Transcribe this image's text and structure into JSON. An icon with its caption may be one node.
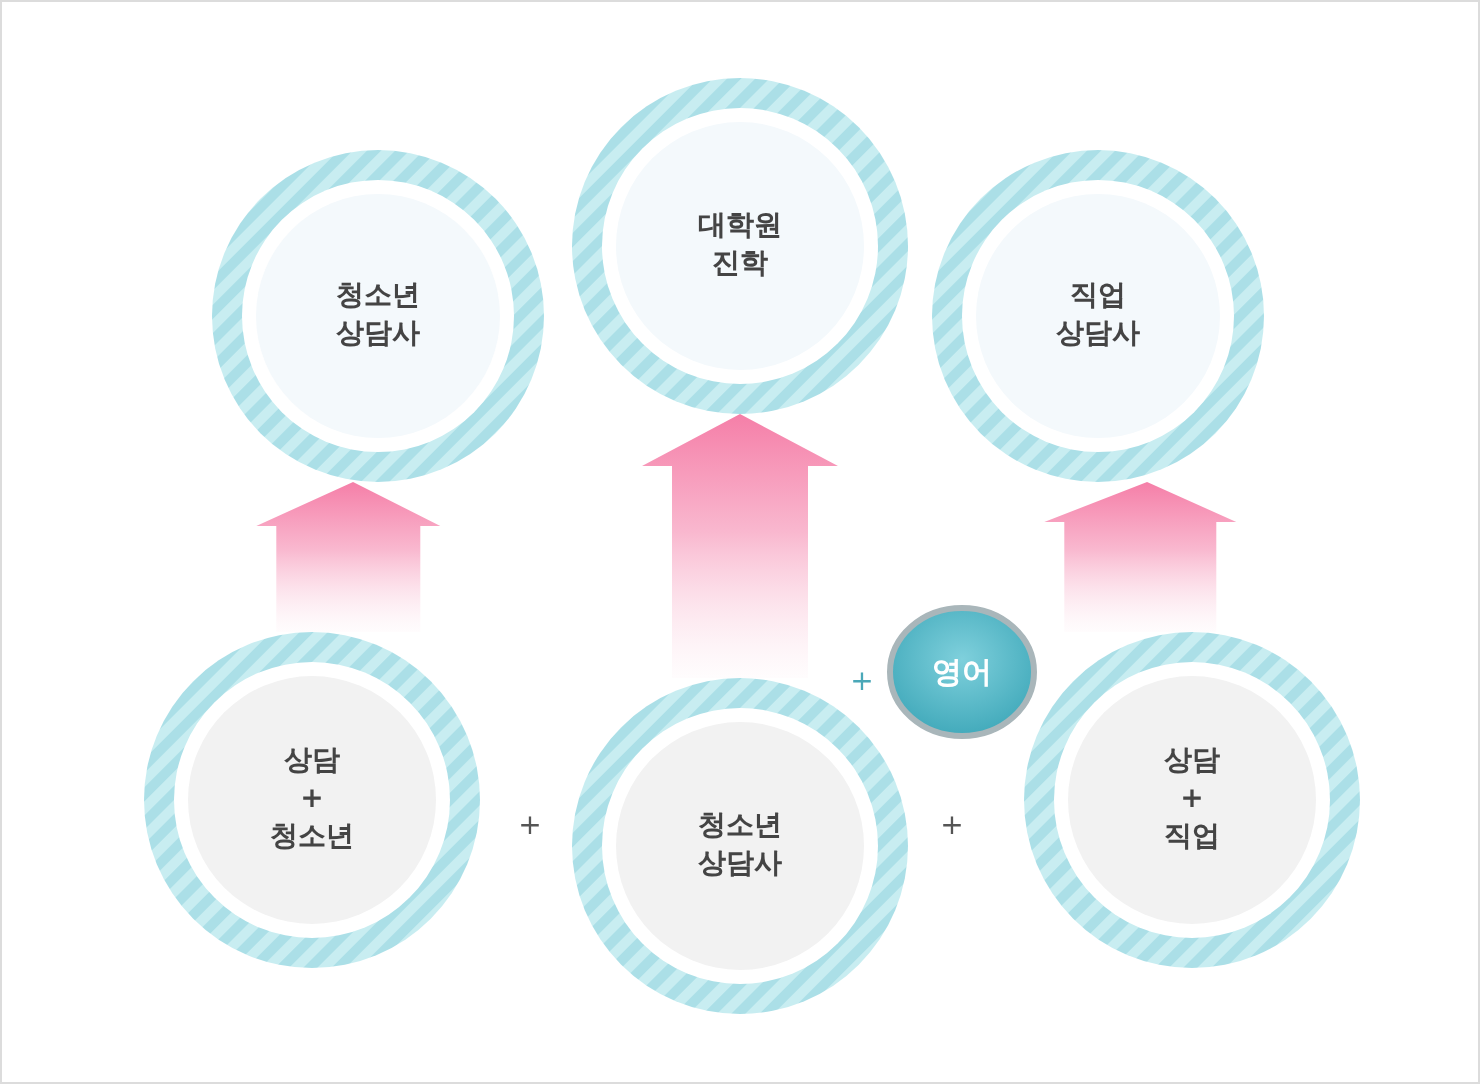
{
  "diagram": {
    "nodes": [
      {
        "text": [
          "청소년 상담사"
        ]
      },
      {
        "text": [
          "대학원 진학"
        ]
      },
      {
        "text": [
          "직업 상담사"
        ]
      },
      {
        "text": [
          "상담 + 청소년"
        ]
      },
      {
        "text": [
          "청소년 상담사"
        ]
      },
      {
        "text": [
          "상담 + 직업"
        ]
      },
      {
        "text": [
          "영어"
        ]
      }
    ],
    "edges": [
      {
        "from": 3,
        "to": 0,
        "arrow": "to"
      },
      {
        "from": 4,
        "to": 1,
        "arrow": "to"
      },
      {
        "from": 5,
        "to": 2,
        "arrow": "to"
      }
    ],
    "labels": [
      "+",
      "+",
      "+"
    ]
  }
}
